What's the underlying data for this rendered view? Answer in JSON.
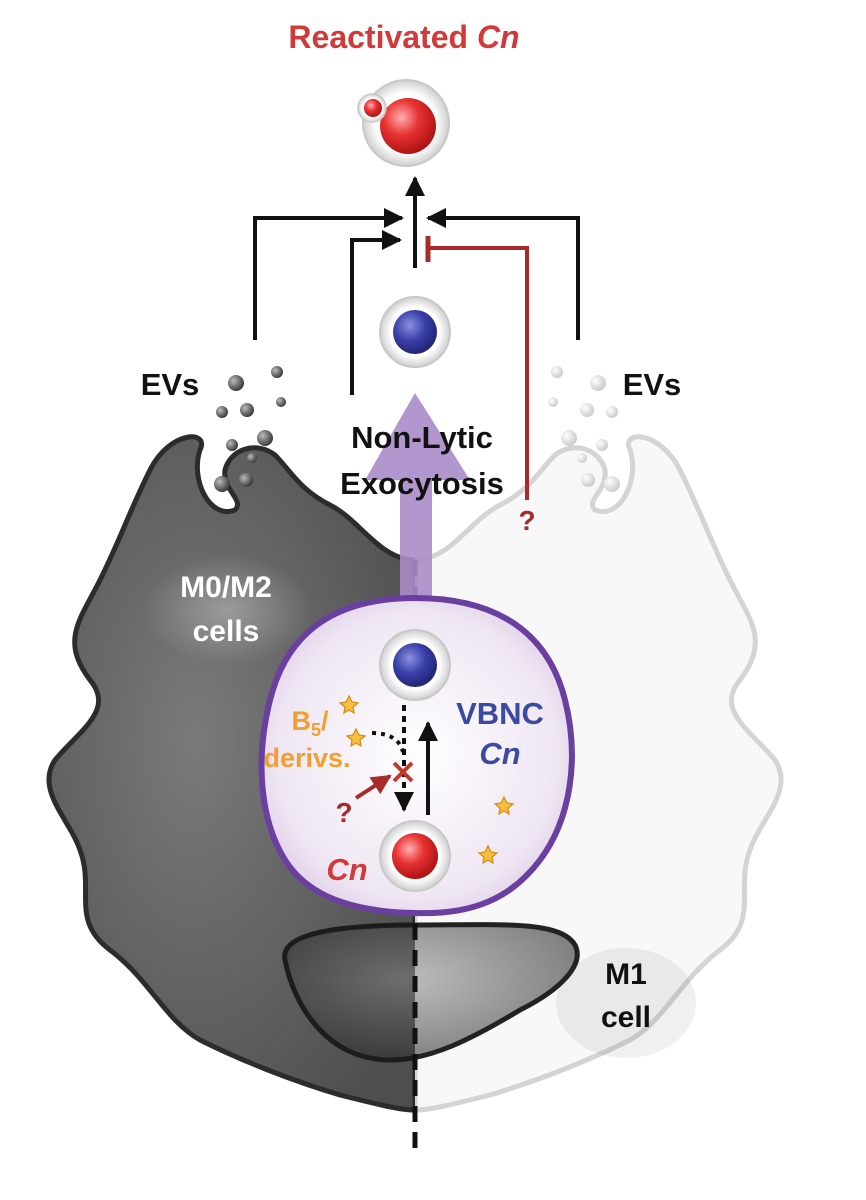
{
  "title": {
    "text": "Reactivated ",
    "italic": "Cn",
    "color": "#d23a3a"
  },
  "labels": {
    "evs_left": "EVs",
    "evs_right": "EVs",
    "exocytosis_line1": "Non-Lytic",
    "exocytosis_line2": "Exocytosis",
    "question_top": "?",
    "question_inner": "?",
    "m0m2_line1": "M0/M2",
    "m0m2_line2": "cells",
    "vbnc_line1": "VBNC",
    "vbnc_line2": "Cn",
    "b5_line1_main": "B",
    "b5_line1_sub": "5",
    "b5_line1_tail": "/",
    "b5_line2": "derivs.",
    "cn": "Cn",
    "m1_line1": "M1",
    "m1_line2": "cell"
  },
  "colors": {
    "dark_cell": "#5a5a5a",
    "light_cell": "#f7f7f7",
    "vacuole_border": "#6a3fa0",
    "vacuole_fill": "#e6d9ee",
    "exocytosis_arrow": "#a98cc8",
    "red_cell": "#e23030",
    "blue_cell": "#3a3fa8",
    "inhibition": "#c0392b",
    "b5": "#f0a030",
    "vbnc": "#3a4aa0"
  }
}
